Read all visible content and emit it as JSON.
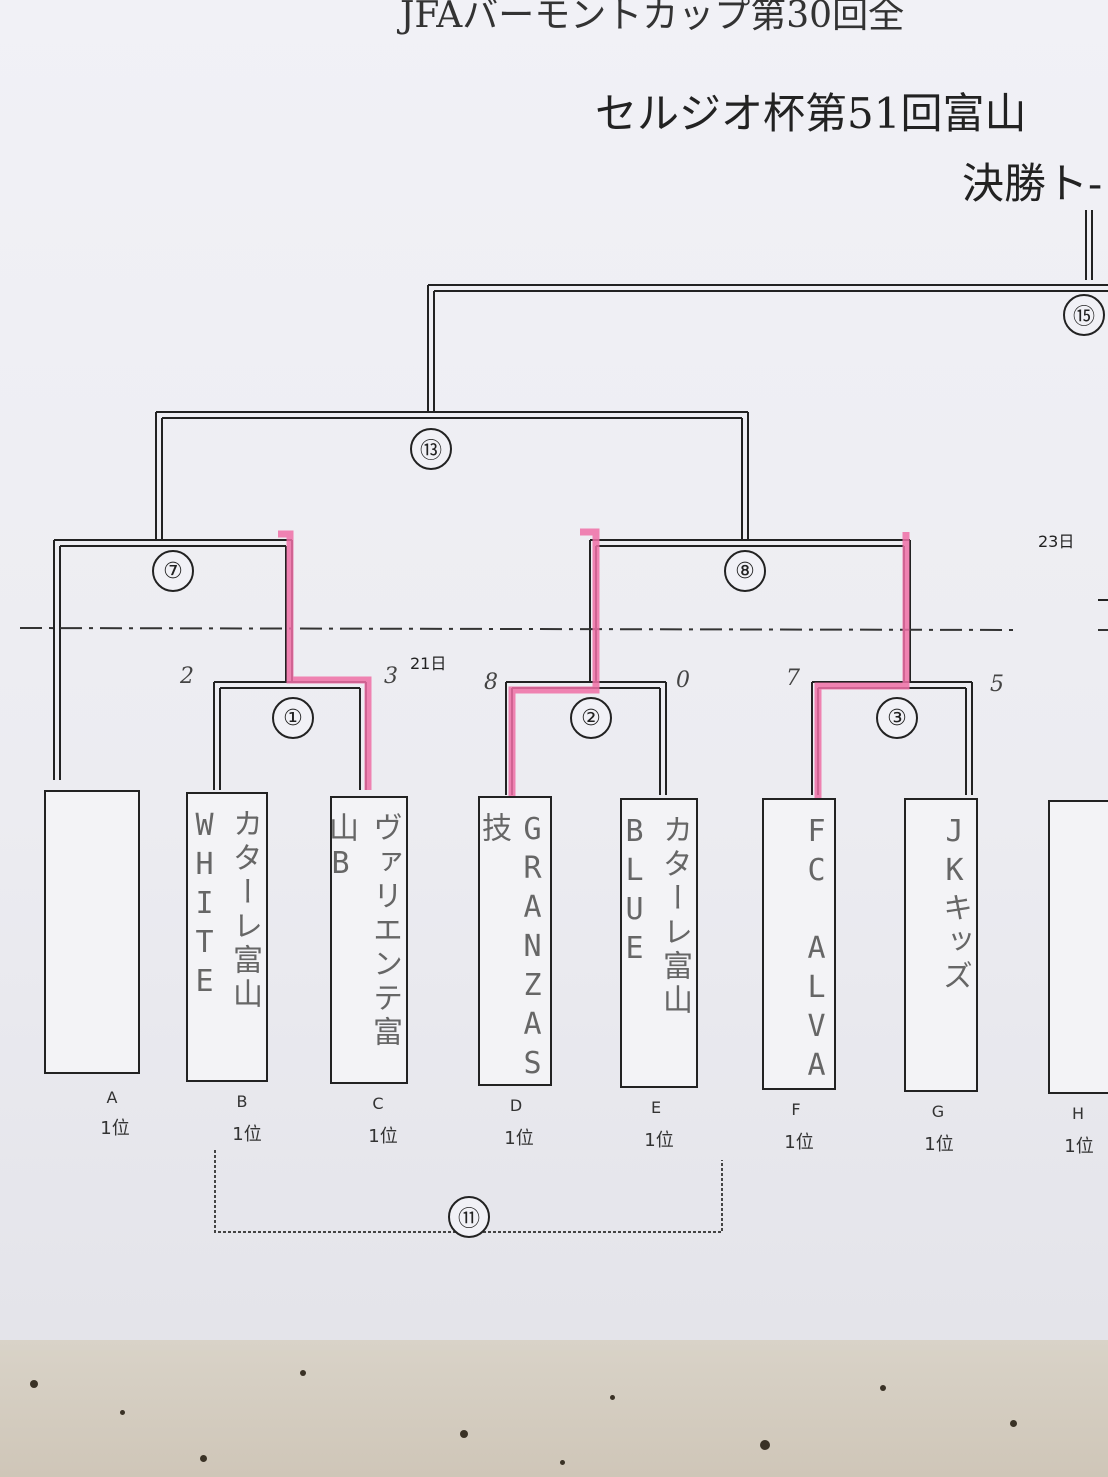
{
  "header": {
    "line1": "JFAバーモントカップ第30回全",
    "line2": "セルジオ杯第51回富山",
    "line3": "決勝ト-"
  },
  "dates": {
    "round1": "21日",
    "round2": "23日"
  },
  "matches": {
    "m1": "①",
    "m2": "②",
    "m3": "③",
    "m7": "⑦",
    "m8": "⑧",
    "m11": "⑪",
    "m13": "⑬",
    "m15": "⑮"
  },
  "scores": {
    "m1_left": "2",
    "m1_right": "3",
    "m2_left": "8",
    "m2_right": "0",
    "m3_left": "7",
    "m3_right": "5"
  },
  "teams": [
    {
      "name": "",
      "group": "A",
      "rank": "1位"
    },
    {
      "name": "カターレ富山WHITE",
      "group": "B",
      "rank": "1位"
    },
    {
      "name": "ヴァリエンテ富山B",
      "group": "C",
      "rank": "1位"
    },
    {
      "name": "GRANZAS技",
      "group": "D",
      "rank": "1位"
    },
    {
      "name": "カターレ富山BLUE",
      "group": "E",
      "rank": "1位"
    },
    {
      "name": "FC ALVA",
      "group": "F",
      "rank": "1位"
    },
    {
      "name": "JKキッズ",
      "group": "G",
      "rank": "1位"
    },
    {
      "name": "",
      "group": "H",
      "rank": "1位"
    }
  ],
  "colors": {
    "winner_line": "#ef6fa6",
    "bracket_line": "#222222"
  }
}
